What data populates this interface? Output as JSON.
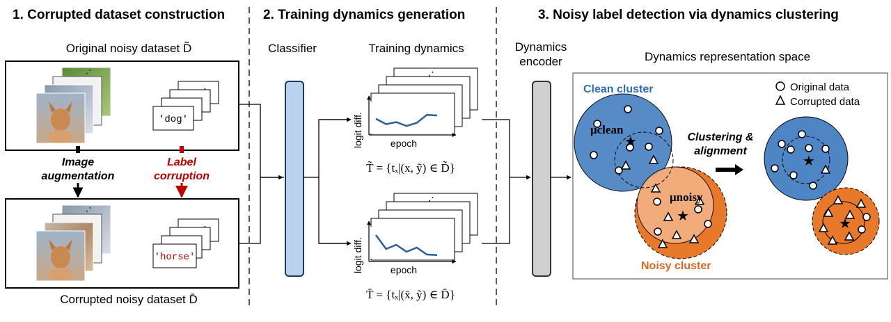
{
  "colors": {
    "blue_cluster": "#4e85c4",
    "orange_cluster": "#e8782a",
    "classifier_fill": "#b9d3ee",
    "encoder_fill": "#d0d0d0",
    "line_series": "#2e5b9a",
    "red_text": "#c00000",
    "blue_text": "#2e6cb8",
    "orange_text": "#d9671e"
  },
  "section1": {
    "title": "1. Corrupted dataset construction",
    "original_caption": "Original noisy dataset D̃",
    "corrupted_caption": "Corrupted noisy dataset D̄",
    "label_original": "'dog'",
    "label_corrupted": "'horse'",
    "image_aug_line1": "Image",
    "image_aug_line2": "augmentation",
    "label_corr_line1": "Label",
    "label_corr_line2": "corruption"
  },
  "section2": {
    "title": "2. Training dynamics generation",
    "classifier_label": "Classifier",
    "dynamics_label": "Training dynamics",
    "y_axis_label": "logit diff.",
    "x_axis_label": "epoch",
    "formula_top": "T̃ = {tₓ|(x, ỹ) ∈ D̃}",
    "formula_bottom": "T̄ = {tₓ|(x̄, ỹ) ∈ D̄}",
    "ellipsis": "⋰"
  },
  "section3": {
    "title": "3. Noisy label detection via dynamics clustering",
    "encoder_line1": "Dynamics",
    "encoder_line2": "encoder",
    "space_label": "Dynamics representation space",
    "clean_cluster": "Clean cluster",
    "noisy_cluster": "Noisy cluster",
    "mu_clean": "μclean",
    "mu_noisy": "μnoisy",
    "clustering_line1": "Clustering &",
    "clustering_line2": "alignment",
    "legend_original": "Original data",
    "legend_corrupted": "Corrupted data"
  },
  "chart_data": [
    {
      "type": "line",
      "panel": "top",
      "xlabel": "epoch",
      "ylabel": "logit diff.",
      "series": [
        {
          "values": [
            0.45,
            0.25,
            0.33,
            0.18,
            0.3,
            0.6,
            0.58
          ]
        }
      ]
    },
    {
      "type": "line",
      "panel": "bottom",
      "xlabel": "epoch",
      "ylabel": "logit diff.",
      "series": [
        {
          "values": [
            0.8,
            0.3,
            0.45,
            0.2,
            0.35,
            0.1,
            0.08
          ]
        }
      ]
    }
  ]
}
